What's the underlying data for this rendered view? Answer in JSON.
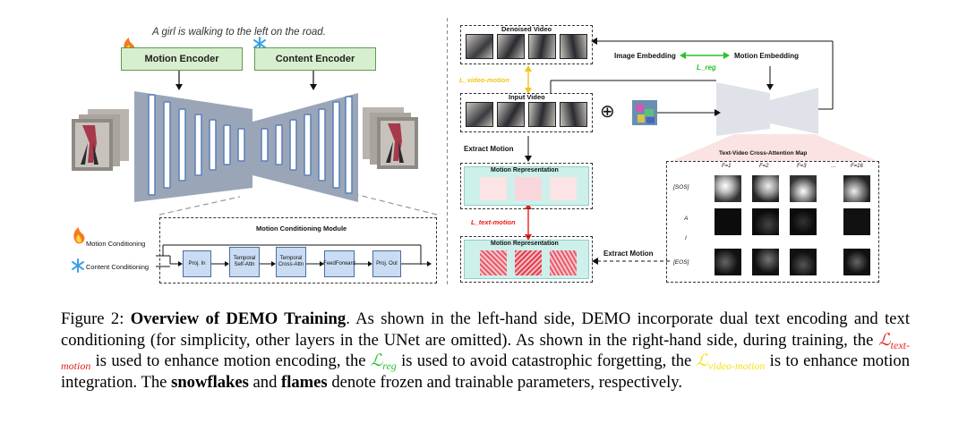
{
  "figure": {
    "left": {
      "prompt": "A girl is walking to the left on the road.",
      "motion_encoder": "Motion Encoder",
      "content_encoder": "Content Encoder",
      "module_title": "Motion Conditioning Module",
      "legend_motion": "Motion Conditioning",
      "legend_content": "Content Conditioning",
      "blocks": [
        "Proj. In",
        "Temporal Self-Attn",
        "Temporal Cross-Attn",
        "FeedForward",
        "Proj. Out"
      ]
    },
    "right": {
      "denoised_video": "Denoised Video",
      "input_video": "Input Video",
      "image_embedding": "Image Embedding",
      "motion_embedding": "Motion Embedding",
      "l_reg": "L_reg",
      "l_video_motion": "L_video-motion",
      "l_text_motion": "L_text-motion",
      "extract_motion_1": "Extract Motion",
      "extract_motion_2": "Extract Motion",
      "motion_representation_1": "Motion Representation",
      "motion_representation_2": "Motion Representation",
      "plus_symbol": "⊕",
      "cross_attn_title": "Text-Video Cross-Attention Map",
      "frame_labels": [
        "F=1",
        "F=2",
        "F=3",
        "...",
        "F=16"
      ],
      "row_labels": [
        "[SOS]",
        "A",
        "I",
        "[EOS]"
      ]
    }
  },
  "caption": {
    "prefix": "Figure 2: ",
    "title": "Overview of DEMO Training",
    "s1": ". As shown in the left-hand side, DEMO incorporate dual text encoding and text conditioning (for simplicity, other layers in the UNet are omitted). As shown in the right-hand side, during training, the ",
    "loss_text_sub": "text-motion",
    "s2": " is used to enhance motion encoding, the ",
    "loss_reg_sub": "reg",
    "s3": " is used to avoid catastrophic forgetting, the ",
    "loss_video_sub": "video-motion",
    "s4": " is to enhance motion integration. The ",
    "snow": "snowflakes",
    "s5": " and ",
    "flame": "flames",
    "s6": " denote frozen and trainable parameters, respectively.",
    "loss_symbol": "ℒ"
  },
  "colors": {
    "loss_text_motion": "#e8201a",
    "loss_reg": "#2ec02e",
    "loss_video_motion": "#f2e21a",
    "encoder_fill": "#d8efcf",
    "unet_fill": "#9aa6b8",
    "block_fill": "#c9dcf3",
    "motion_panel_fill": "#cdf0ea"
  },
  "icons": [
    "flame-icon",
    "snowflake-icon",
    "photo-thumbnail"
  ]
}
